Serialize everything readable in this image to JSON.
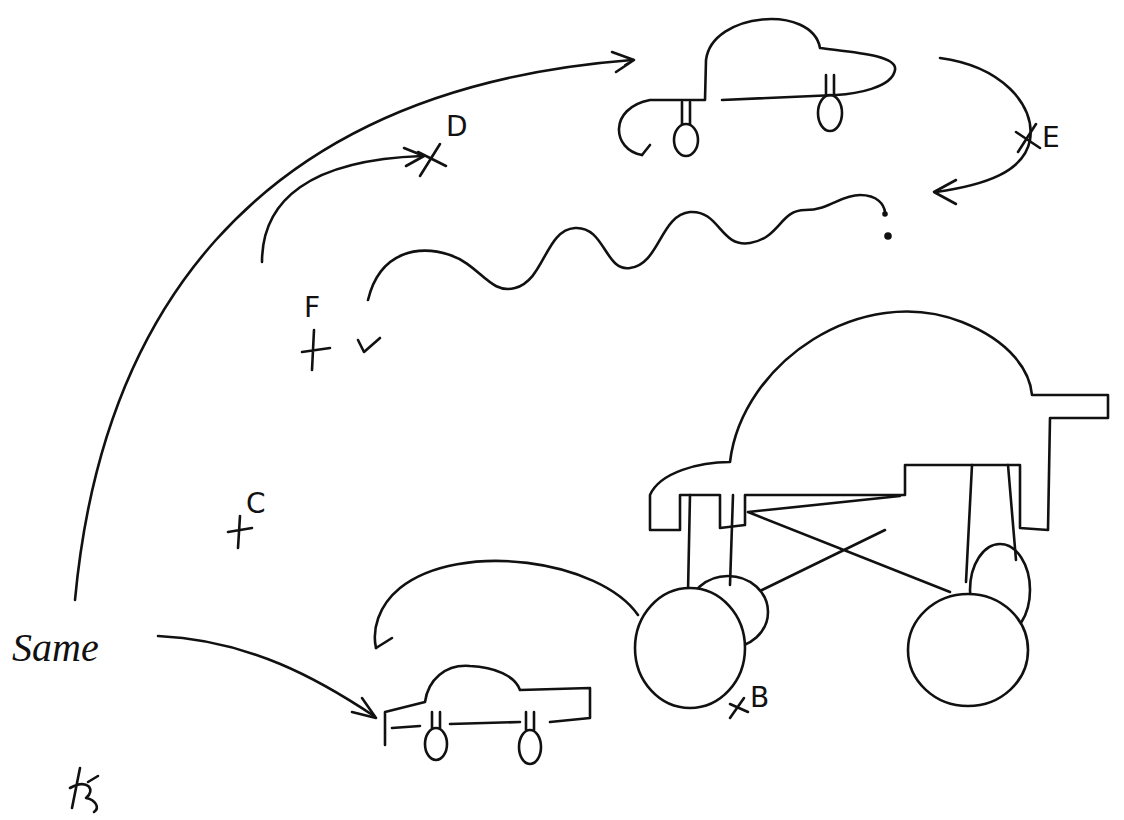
{
  "diagram": {
    "labels": [
      "D",
      "E",
      "F",
      "C",
      "B",
      "Same"
    ]
  }
}
